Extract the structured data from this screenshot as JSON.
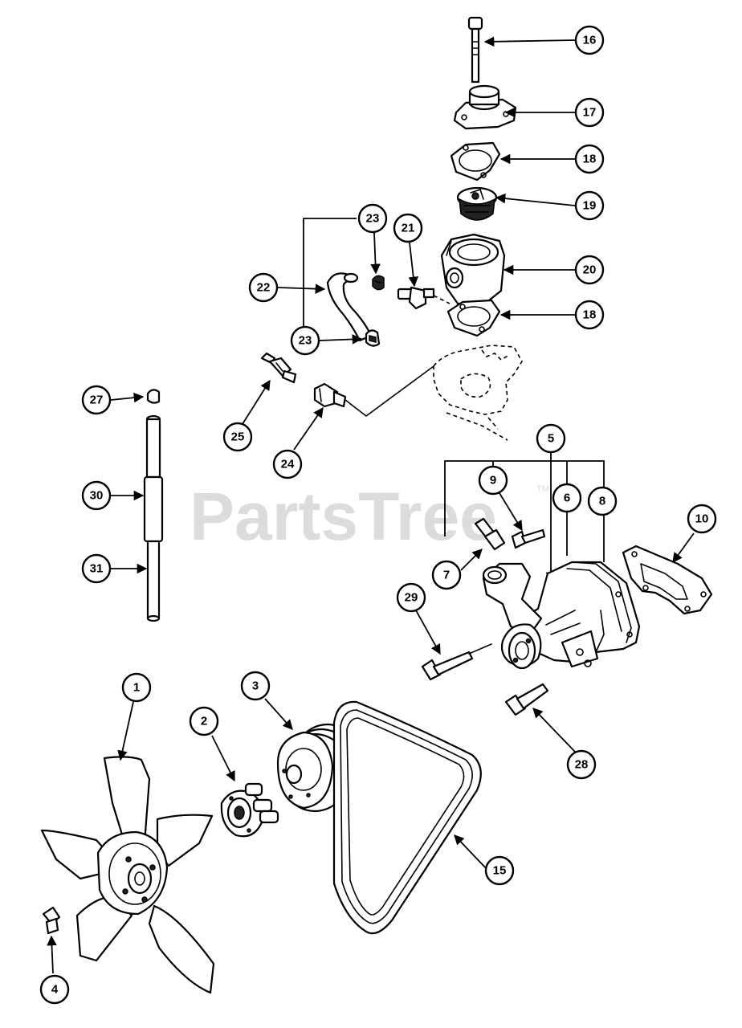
{
  "watermark": {
    "text": "PartsTree",
    "trademark": "TM"
  },
  "callouts": [
    "16",
    "17",
    "18",
    "19",
    "23",
    "21",
    "22",
    "20",
    "18",
    "23",
    "27",
    "25",
    "24",
    "30",
    "5",
    "9",
    "6",
    "8",
    "10",
    "7",
    "31",
    "29",
    "28",
    "1",
    "3",
    "2",
    "15",
    "4"
  ]
}
